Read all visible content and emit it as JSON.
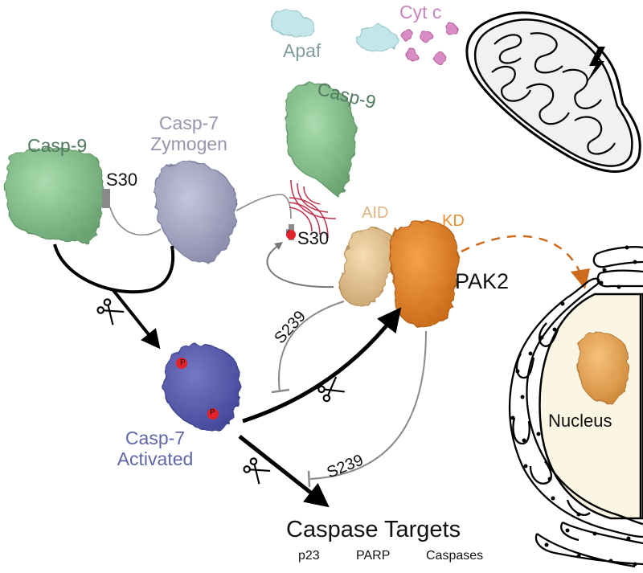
{
  "figure": {
    "title": "Casp-7 / PAK2 signaling crosstalk",
    "colors": {
      "casp9": "#8fc996",
      "casp7_zymogen": "#a9aac6",
      "casp7_active": "#5a5fb0",
      "pak2_aid": "#efcf9b",
      "pak2_kd": "#ec8a2c",
      "phospho": "#e3222a",
      "apaf": "#bfe3e6",
      "cytc": "#d98bc4",
      "nucleus_fill": "#fbf6e3",
      "inhibition": "#8a8a8a",
      "signal_waves": "#c0304a"
    }
  },
  "labels": {
    "apaf": "Apaf",
    "cytc": "Cyt c",
    "casp9_left": "Casp-9",
    "casp7_zymogen_line1": "Casp-7",
    "casp7_zymogen_line2": "Zymogen",
    "s30_left": "S30",
    "casp9_top": "Casp-9",
    "s30_right": "S30",
    "phospho_mark": "P",
    "aid": "AID",
    "kd": "KD",
    "pak2": "PAK2",
    "s239_upper": "S239",
    "s239_lower": "S239",
    "casp7_active_line1": "Casp-7",
    "casp7_active_line2": "Activated",
    "caspase_targets": "Caspase Targets",
    "targets": [
      "p23",
      "PARP",
      "Caspases"
    ],
    "nucleus": "Nucleus"
  },
  "icons": {
    "lightning": "lightning-bolt-icon",
    "scissors": "scissors-icon",
    "mitochondrion": "mitochondrion-icon"
  }
}
